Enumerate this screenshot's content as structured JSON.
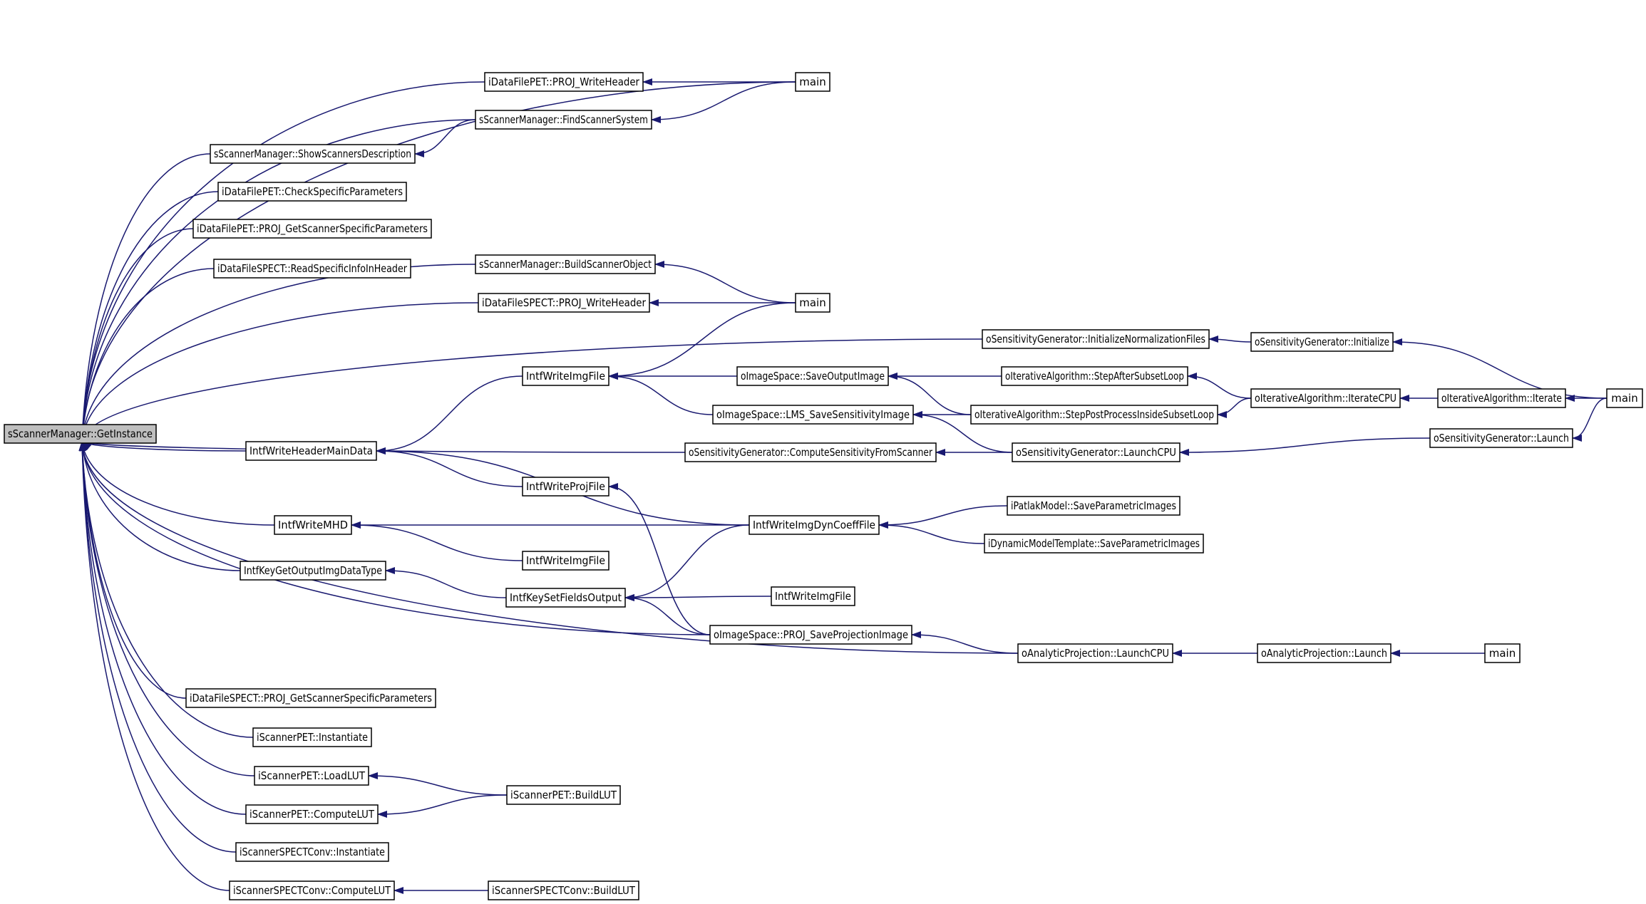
{
  "graph": {
    "root": "sScannerManager::GetInstance",
    "nodes": [
      {
        "id": "n0",
        "label": "sScannerManager::GetInstance"
      },
      {
        "id": "n1",
        "label": "main"
      },
      {
        "id": "n2",
        "label": "iDataFilePET::PROJ_WriteHeader"
      },
      {
        "id": "n3",
        "label": "sScannerManager::FindScannerSystem"
      },
      {
        "id": "n4",
        "label": "sScannerManager::ShowScannersDescription"
      },
      {
        "id": "n5",
        "label": "iDataFilePET::CheckSpecificParameters"
      },
      {
        "id": "n6",
        "label": "iDataFilePET::PROJ_GetScannerSpecificParameters"
      },
      {
        "id": "n7",
        "label": "iDataFileSPECT::ReadSpecificInfoInHeader"
      },
      {
        "id": "n8",
        "label": "sScannerManager::BuildScannerObject"
      },
      {
        "id": "n9",
        "label": "iDataFileSPECT::PROJ_WriteHeader"
      },
      {
        "id": "n10",
        "label": "main"
      },
      {
        "id": "n11",
        "label": "oSensitivityGenerator::InitializeNormalizationFiles"
      },
      {
        "id": "n12",
        "label": "oSensitivityGenerator::Initialize"
      },
      {
        "id": "n13",
        "label": "IntfWriteImgFile"
      },
      {
        "id": "n14",
        "label": "oImageSpace::SaveOutputImage"
      },
      {
        "id": "n15",
        "label": "oIterativeAlgorithm::StepAfterSubsetLoop"
      },
      {
        "id": "n16",
        "label": "oImageSpace::LMS_SaveSensitivityImage"
      },
      {
        "id": "n17",
        "label": "oIterativeAlgorithm::StepPostProcessInsideSubsetLoop"
      },
      {
        "id": "n18",
        "label": "oIterativeAlgorithm::IterateCPU"
      },
      {
        "id": "n19",
        "label": "oIterativeAlgorithm::Iterate"
      },
      {
        "id": "n20",
        "label": "main"
      },
      {
        "id": "n21",
        "label": "IntfWriteHeaderMainData"
      },
      {
        "id": "n22",
        "label": "oSensitivityGenerator::ComputeSensitivityFromScanner"
      },
      {
        "id": "n23",
        "label": "oSensitivityGenerator::LaunchCPU"
      },
      {
        "id": "n24",
        "label": "oSensitivityGenerator::Launch"
      },
      {
        "id": "n25",
        "label": "IntfWriteProjFile"
      },
      {
        "id": "n26",
        "label": "IntfWriteMHD"
      },
      {
        "id": "n27",
        "label": "IntfWriteImgDynCoeffFile"
      },
      {
        "id": "n28",
        "label": "iPatlakModel::SaveParametricImages"
      },
      {
        "id": "n29",
        "label": "iDynamicModelTemplate::SaveParametricImages"
      },
      {
        "id": "n30",
        "label": "IntfWriteImgFile"
      },
      {
        "id": "n31",
        "label": "IntfKeyGetOutputImgDataType"
      },
      {
        "id": "n32",
        "label": "IntfKeySetFieldsOutput"
      },
      {
        "id": "n33",
        "label": "IntfWriteImgFile"
      },
      {
        "id": "n34",
        "label": "oImageSpace::PROJ_SaveProjectionImage"
      },
      {
        "id": "n35",
        "label": "oAnalyticProjection::LaunchCPU"
      },
      {
        "id": "n36",
        "label": "oAnalyticProjection::Launch"
      },
      {
        "id": "n37",
        "label": "main"
      },
      {
        "id": "n38",
        "label": "iDataFileSPECT::PROJ_GetScannerSpecificParameters"
      },
      {
        "id": "n39",
        "label": "iScannerPET::Instantiate"
      },
      {
        "id": "n40",
        "label": "iScannerPET::LoadLUT"
      },
      {
        "id": "n41",
        "label": "iScannerPET::BuildLUT"
      },
      {
        "id": "n42",
        "label": "iScannerPET::ComputeLUT"
      },
      {
        "id": "n43",
        "label": "iScannerSPECTConv::Instantiate"
      },
      {
        "id": "n44",
        "label": "iScannerSPECTConv::ComputeLUT"
      },
      {
        "id": "n45",
        "label": "iScannerSPECTConv::BuildLUT"
      }
    ],
    "edges": [
      {
        "from": "n1",
        "to": "n0"
      },
      {
        "from": "n2",
        "to": "n0"
      },
      {
        "from": "n3",
        "to": "n0"
      },
      {
        "from": "n4",
        "to": "n0"
      },
      {
        "from": "n5",
        "to": "n0"
      },
      {
        "from": "n6",
        "to": "n0"
      },
      {
        "from": "n7",
        "to": "n0"
      },
      {
        "from": "n8",
        "to": "n0"
      },
      {
        "from": "n9",
        "to": "n0"
      },
      {
        "from": "n11",
        "to": "n0"
      },
      {
        "from": "n21",
        "to": "n0"
      },
      {
        "from": "n22",
        "to": "n0"
      },
      {
        "from": "n26",
        "to": "n0"
      },
      {
        "from": "n31",
        "to": "n0"
      },
      {
        "from": "n34",
        "to": "n0"
      },
      {
        "from": "n35",
        "to": "n0"
      },
      {
        "from": "n38",
        "to": "n0"
      },
      {
        "from": "n39",
        "to": "n0"
      },
      {
        "from": "n40",
        "to": "n0"
      },
      {
        "from": "n42",
        "to": "n0"
      },
      {
        "from": "n43",
        "to": "n0"
      },
      {
        "from": "n44",
        "to": "n0"
      },
      {
        "from": "n1",
        "to": "n2"
      },
      {
        "from": "n1",
        "to": "n3"
      },
      {
        "from": "n3",
        "to": "n4"
      },
      {
        "from": "n10",
        "to": "n8"
      },
      {
        "from": "n10",
        "to": "n9"
      },
      {
        "from": "n10",
        "to": "n13"
      },
      {
        "from": "n12",
        "to": "n11"
      },
      {
        "from": "n20",
        "to": "n12"
      },
      {
        "from": "n13",
        "to": "n21"
      },
      {
        "from": "n14",
        "to": "n13"
      },
      {
        "from": "n16",
        "to": "n13"
      },
      {
        "from": "n15",
        "to": "n14"
      },
      {
        "from": "n17",
        "to": "n14"
      },
      {
        "from": "n17",
        "to": "n16"
      },
      {
        "from": "n23",
        "to": "n16"
      },
      {
        "from": "n18",
        "to": "n15"
      },
      {
        "from": "n18",
        "to": "n17"
      },
      {
        "from": "n19",
        "to": "n18"
      },
      {
        "from": "n20",
        "to": "n19"
      },
      {
        "from": "n23",
        "to": "n22"
      },
      {
        "from": "n24",
        "to": "n23"
      },
      {
        "from": "n20",
        "to": "n24"
      },
      {
        "from": "n25",
        "to": "n21"
      },
      {
        "from": "n27",
        "to": "n21"
      },
      {
        "from": "n34",
        "to": "n25"
      },
      {
        "from": "n27",
        "to": "n26"
      },
      {
        "from": "n30",
        "to": "n26"
      },
      {
        "from": "n28",
        "to": "n27"
      },
      {
        "from": "n29",
        "to": "n27"
      },
      {
        "from": "n32",
        "to": "n31"
      },
      {
        "from": "n27",
        "to": "n32"
      },
      {
        "from": "n33",
        "to": "n32"
      },
      {
        "from": "n34",
        "to": "n32"
      },
      {
        "from": "n35",
        "to": "n34"
      },
      {
        "from": "n36",
        "to": "n35"
      },
      {
        "from": "n37",
        "to": "n36"
      },
      {
        "from": "n41",
        "to": "n40"
      },
      {
        "from": "n41",
        "to": "n42"
      },
      {
        "from": "n45",
        "to": "n44"
      }
    ]
  },
  "colors": {
    "edge": "#191970",
    "node_border": "#000000",
    "root_fill": "#bfbfbf",
    "node_fill": "#ffffff"
  }
}
